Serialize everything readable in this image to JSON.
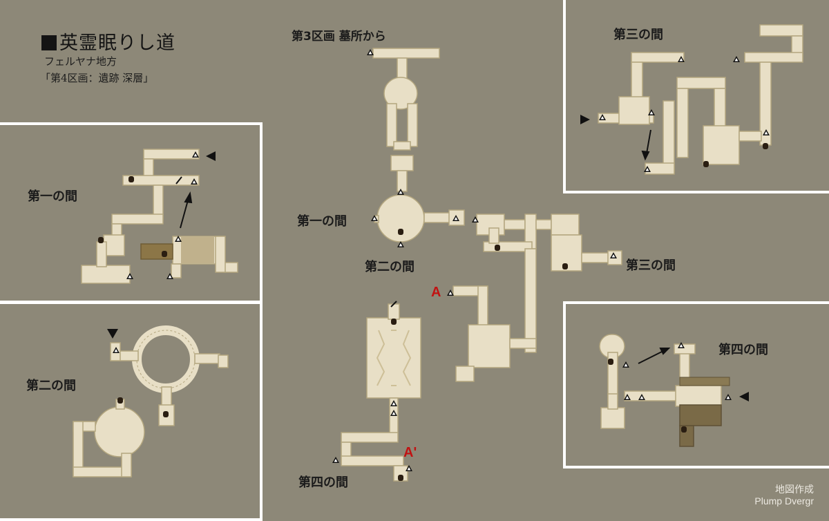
{
  "map": {
    "title": "英霊眠りし道",
    "subtitle_region": "フェルヤナ地方",
    "subtitle_area": "「第4区画：遺跡 深層」",
    "entrance_from": "第3区画 墓所から",
    "colors": {
      "background": "#8d8878",
      "floor": "#e8dfc6",
      "floor_edge": "#b3a67f",
      "dark_floor": "#7a6a47",
      "marker_red": "#c11212",
      "inset_border": "#ffffff"
    }
  },
  "main_labels": {
    "room1": "第一の間",
    "room2": "第二の間",
    "room3": "第三の間",
    "room4": "第四の間",
    "warp_a": "A",
    "warp_a_prime": "A'"
  },
  "insets": {
    "room1": {
      "label": "第一の間"
    },
    "room2": {
      "label": "第二の間"
    },
    "room3": {
      "label": "第三の間"
    },
    "room4": {
      "label": "第四の間"
    }
  },
  "credit": {
    "line1": "地図作成",
    "line2": "Plump Dvergr"
  },
  "icons": [
    "stair-marker-icon",
    "door-icon",
    "pointer-triangle-icon",
    "arrow-icon",
    "lever-icon"
  ]
}
